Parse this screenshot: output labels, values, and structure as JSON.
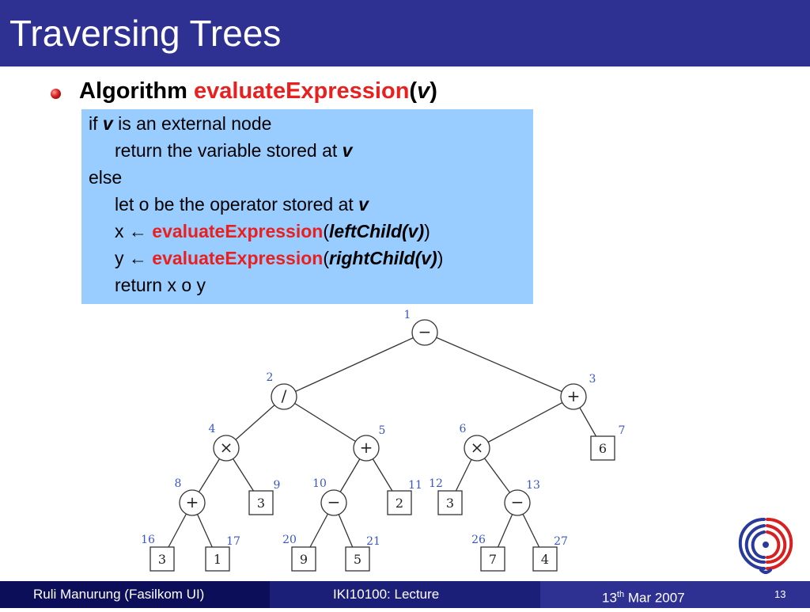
{
  "slide": {
    "title": "Traversing Trees",
    "heading": {
      "prefix": "Algorithm ",
      "function": "evaluateExpression",
      "open": "(",
      "param": "v",
      "close": ")"
    },
    "code": {
      "l1": {
        "a": "if ",
        "b": "v",
        "c": " is an external node"
      },
      "l2": {
        "a": "return the variable stored at ",
        "b": "v"
      },
      "l3": {
        "a": "else"
      },
      "l4": {
        "a": "let o be the operator stored at ",
        "b": "v"
      },
      "l5": {
        "a": "x ← ",
        "fn": "evaluateExpression",
        "open": "(",
        "arg": "leftChild(v)",
        "close": ")"
      },
      "l6": {
        "a": "y ← ",
        "fn": "evaluateExpression",
        "open": "(",
        "arg": "rightChild(v)",
        "close": ")"
      },
      "l7": {
        "a": "return x o y"
      }
    }
  },
  "tree": {
    "nodes": [
      {
        "id": "1",
        "label": "−",
        "kind": "operator"
      },
      {
        "id": "2",
        "label": "/",
        "kind": "operator"
      },
      {
        "id": "3",
        "label": "+",
        "kind": "operator"
      },
      {
        "id": "4",
        "label": "×",
        "kind": "operator"
      },
      {
        "id": "5",
        "label": "+",
        "kind": "operator"
      },
      {
        "id": "6",
        "label": "×",
        "kind": "operator"
      },
      {
        "id": "7",
        "label": "6",
        "kind": "leaf"
      },
      {
        "id": "8",
        "label": "+",
        "kind": "operator"
      },
      {
        "id": "9",
        "label": "3",
        "kind": "leaf"
      },
      {
        "id": "10",
        "label": "−",
        "kind": "operator"
      },
      {
        "id": "11",
        "label": "2",
        "kind": "leaf"
      },
      {
        "id": "12",
        "label": "3",
        "kind": "leaf"
      },
      {
        "id": "13",
        "label": "−",
        "kind": "operator"
      },
      {
        "id": "16",
        "label": "3",
        "kind": "leaf"
      },
      {
        "id": "17",
        "label": "1",
        "kind": "leaf"
      },
      {
        "id": "20",
        "label": "9",
        "kind": "leaf"
      },
      {
        "id": "21",
        "label": "5",
        "kind": "leaf"
      },
      {
        "id": "26",
        "label": "7",
        "kind": "leaf"
      },
      {
        "id": "27",
        "label": "4",
        "kind": "leaf"
      }
    ],
    "edges": [
      [
        "1",
        "2"
      ],
      [
        "1",
        "3"
      ],
      [
        "2",
        "4"
      ],
      [
        "2",
        "5"
      ],
      [
        "3",
        "6"
      ],
      [
        "3",
        "7"
      ],
      [
        "4",
        "8"
      ],
      [
        "4",
        "9"
      ],
      [
        "5",
        "10"
      ],
      [
        "5",
        "11"
      ],
      [
        "6",
        "12"
      ],
      [
        "6",
        "13"
      ],
      [
        "8",
        "16"
      ],
      [
        "8",
        "17"
      ],
      [
        "10",
        "20"
      ],
      [
        "10",
        "21"
      ],
      [
        "13",
        "26"
      ],
      [
        "13",
        "27"
      ]
    ],
    "colors": {
      "edge": "#333333",
      "node_fill": "#ffffff",
      "node_stroke": "#333333",
      "index_label": "#3a55c8"
    }
  },
  "footer": {
    "author": "Ruli Manurung (Fasilkom UI)",
    "course": "IKI10100: Lecture",
    "date_day": "13",
    "date_sup": "th",
    "date_rest": " Mar 2007",
    "page": "13"
  },
  "colors": {
    "title_bar": "#2e3192",
    "code_box": "#99ccff",
    "accent_red": "#e8201f"
  }
}
